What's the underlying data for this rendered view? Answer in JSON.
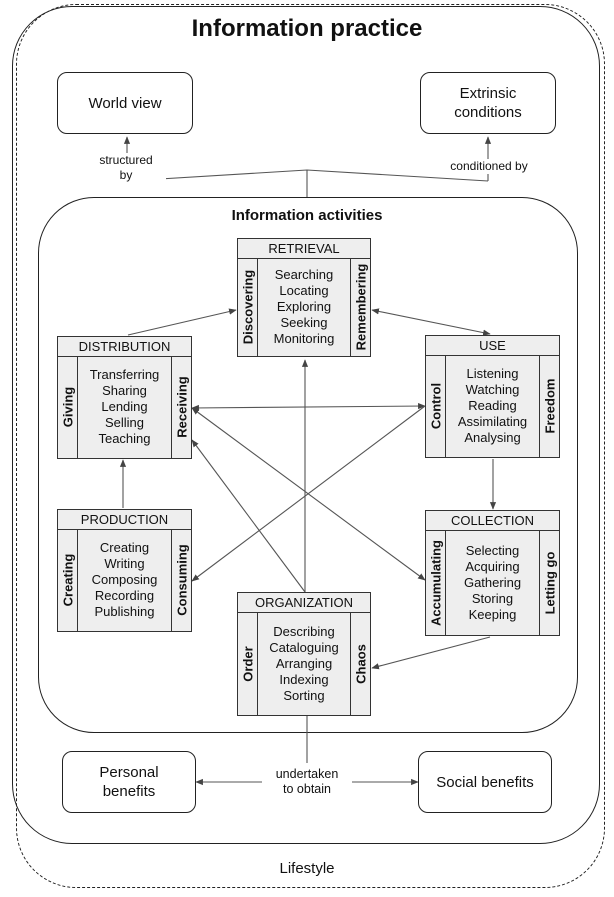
{
  "title": "Information practice",
  "activities_title": "Information activities",
  "outer_label": "Lifestyle",
  "top_boxes": {
    "left": "World view",
    "right": "Extrinsic\nconditions"
  },
  "relations": {
    "structured_by": "structured\nby",
    "conditioned_by": "conditioned by",
    "undertaken": "undertaken\nto obtain"
  },
  "bottom_boxes": {
    "left": "Personal\nbenefits",
    "right": "Social benefits"
  },
  "activities": {
    "retrieval": {
      "title": "RETRIEVAL",
      "left": "Discovering",
      "right": "Remembering",
      "items": [
        "Searching",
        "Locating",
        "Exploring",
        "Seeking",
        "Monitoring"
      ]
    },
    "distribution": {
      "title": "DISTRIBUTION",
      "left": "Giving",
      "right": "Receiving",
      "items": [
        "Transferring",
        "Sharing",
        "Lending",
        "Selling",
        "Teaching"
      ]
    },
    "use": {
      "title": "USE",
      "left": "Control",
      "right": "Freedom",
      "items": [
        "Listening",
        "Watching",
        "Reading",
        "Assimilating",
        "Analysing"
      ]
    },
    "production": {
      "title": "PRODUCTION",
      "left": "Creating",
      "right": "Consuming",
      "items": [
        "Creating",
        "Writing",
        "Composing",
        "Recording",
        "Publishing"
      ]
    },
    "collection": {
      "title": "COLLECTION",
      "left": "Accumulating",
      "right": "Letting go",
      "items": [
        "Selecting",
        "Acquiring",
        "Gathering",
        "Storing",
        "Keeping"
      ]
    },
    "organization": {
      "title": "ORGANIZATION",
      "left": "Order",
      "right": "Chaos",
      "items": [
        "Describing",
        "Cataloguing",
        "Arranging",
        "Indexing",
        "Sorting"
      ]
    }
  }
}
